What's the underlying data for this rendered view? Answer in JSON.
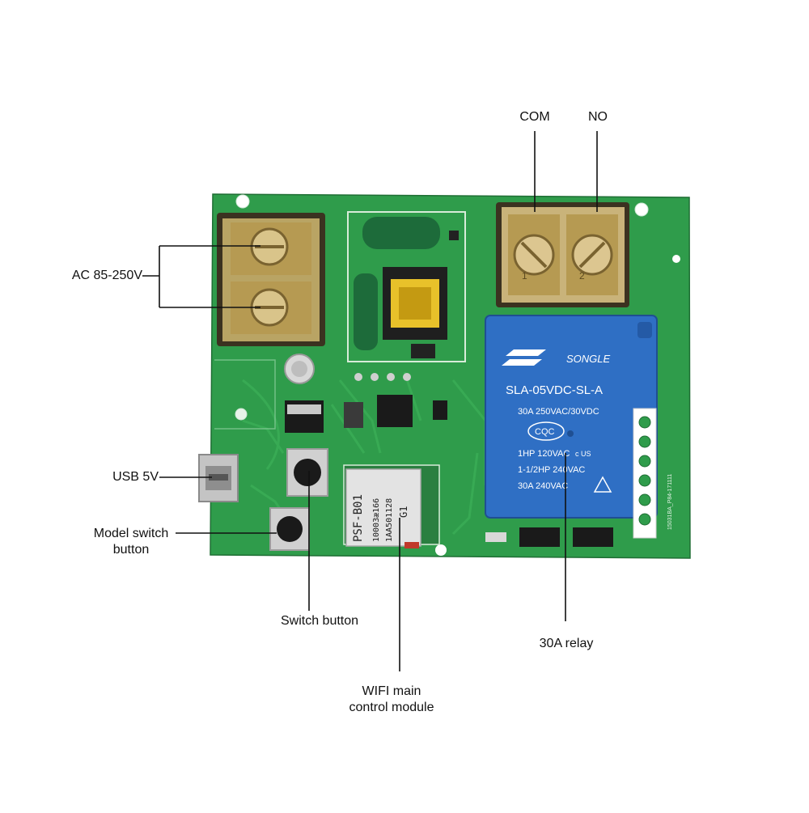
{
  "labels": {
    "com": "COM",
    "no": "NO",
    "ac_input": "AC 85-250V",
    "usb": "USB 5V",
    "model_switch_line1": "Model switch",
    "model_switch_line2": "button",
    "switch_button": "Switch button",
    "wifi_line1": "WIFI main",
    "wifi_line2": "control module",
    "relay": "30A relay"
  },
  "relay_markings": {
    "brand": "SONGLE",
    "model": "SLA-05VDC-SL-A",
    "rating": "30A  250VAC/30VDC",
    "cert": "CQC",
    "hp1": "1HP 120VAC",
    "hp2": "1-1/2HP 240VAC",
    "amp": "30A 240VAC",
    "ul": "c  US"
  },
  "module_markings": {
    "model": "PSF-B01",
    "id1": "10003æ166",
    "id2": "1ΑΑ501128",
    "g": "G1"
  },
  "terminal_markings": {
    "t1": "1",
    "t2": "2"
  },
  "board_code": "15031BA_P84-171111",
  "colors": {
    "pcb": "#2e9a4a",
    "pcb_dark": "#237a3a",
    "relay": "#2f6fc4",
    "terminal": "#c9b37a",
    "text": "#111111"
  }
}
